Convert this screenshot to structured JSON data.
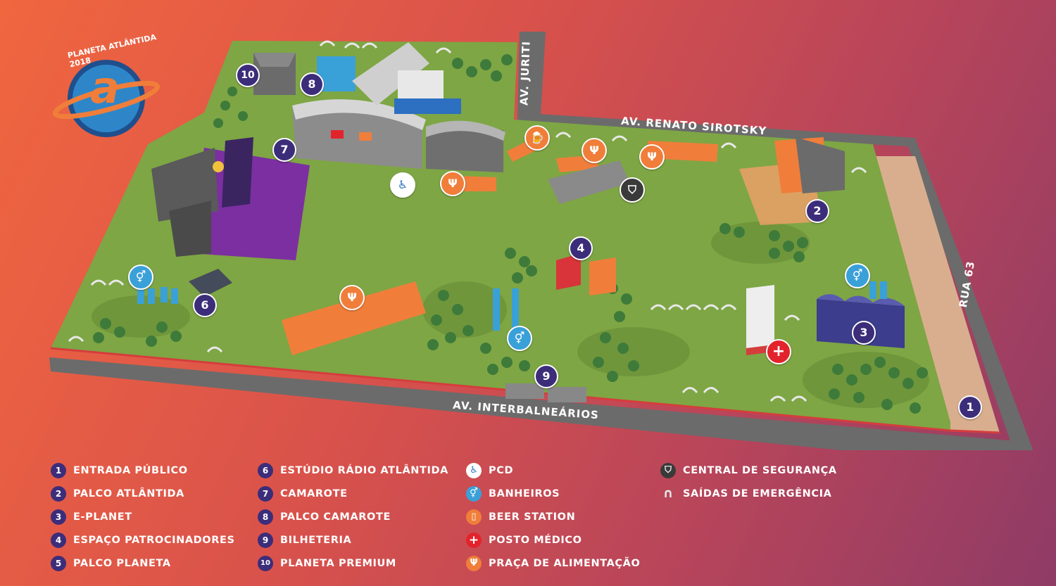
{
  "festival": {
    "logo_title": "PLANETA ATLÂNTIDA 2018",
    "logo_mark": "a"
  },
  "streets": {
    "av_juriti": "AV. JURITI",
    "av_renato": "AV. RENATO SIROTSKY",
    "rua_63": "RUA 63",
    "av_interbalnearios": "AV. INTERBALNEÁRIOS"
  },
  "map_markers": {
    "m1": "1",
    "m2": "2",
    "m3": "3",
    "m4": "4",
    "m6": "6",
    "m7": "7",
    "m8": "8",
    "m9": "9",
    "m10": "10"
  },
  "icons": {
    "pcd": "accessibility-icon",
    "banheiros": "restroom-icon",
    "beer": "beer-mug-icon",
    "posto": "medical-cross-icon",
    "praca": "fork-knife-icon",
    "seguranca": "shield-icon",
    "saidas": "exit-arch-icon"
  },
  "colors": {
    "background_start": "#f0663f",
    "background_end": "#8f3b66",
    "grass": "#7ea644",
    "road": "#6b6b6b",
    "marker": "#3c2d7a",
    "food": "#f07e3a",
    "restroom": "#3aa0d8",
    "medical": "#e3232c",
    "security": "#3a3a3a",
    "palco_planeta": "#7b2fa0"
  },
  "legend": {
    "col1": [
      {
        "num": "1",
        "label": "ENTRADA PÚBLICO"
      },
      {
        "num": "2",
        "label": "PALCO ATLÂNTIDA"
      },
      {
        "num": "3",
        "label": "E-PLANET"
      },
      {
        "num": "4",
        "label": "ESPAÇO PATROCINADORES"
      },
      {
        "num": "5",
        "label": "PALCO PLANETA"
      }
    ],
    "col2": [
      {
        "num": "6",
        "label": "ESTÚDIO RÁDIO ATLÂNTIDA"
      },
      {
        "num": "7",
        "label": "CAMAROTE"
      },
      {
        "num": "8",
        "label": "PALCO CAMAROTE"
      },
      {
        "num": "9",
        "label": "BILHETERIA"
      },
      {
        "num": "10",
        "label": "PLANETA PREMIUM"
      }
    ],
    "col3": [
      {
        "icon": "♿",
        "label": "PCD"
      },
      {
        "icon": "⚥",
        "label": "BANHEIROS"
      },
      {
        "icon": "🍺",
        "label": "BEER STATION"
      },
      {
        "icon": "+",
        "label": "POSTO MÉDICO"
      },
      {
        "icon": "Ψ",
        "label": "PRAÇA DE ALIMENTAÇÃO"
      }
    ],
    "col4": [
      {
        "icon": "⛉",
        "label": "CENTRAL DE SEGURANÇA"
      },
      {
        "icon": "∩",
        "label": "SAÍDAS DE EMERGÊNCIA"
      }
    ]
  }
}
